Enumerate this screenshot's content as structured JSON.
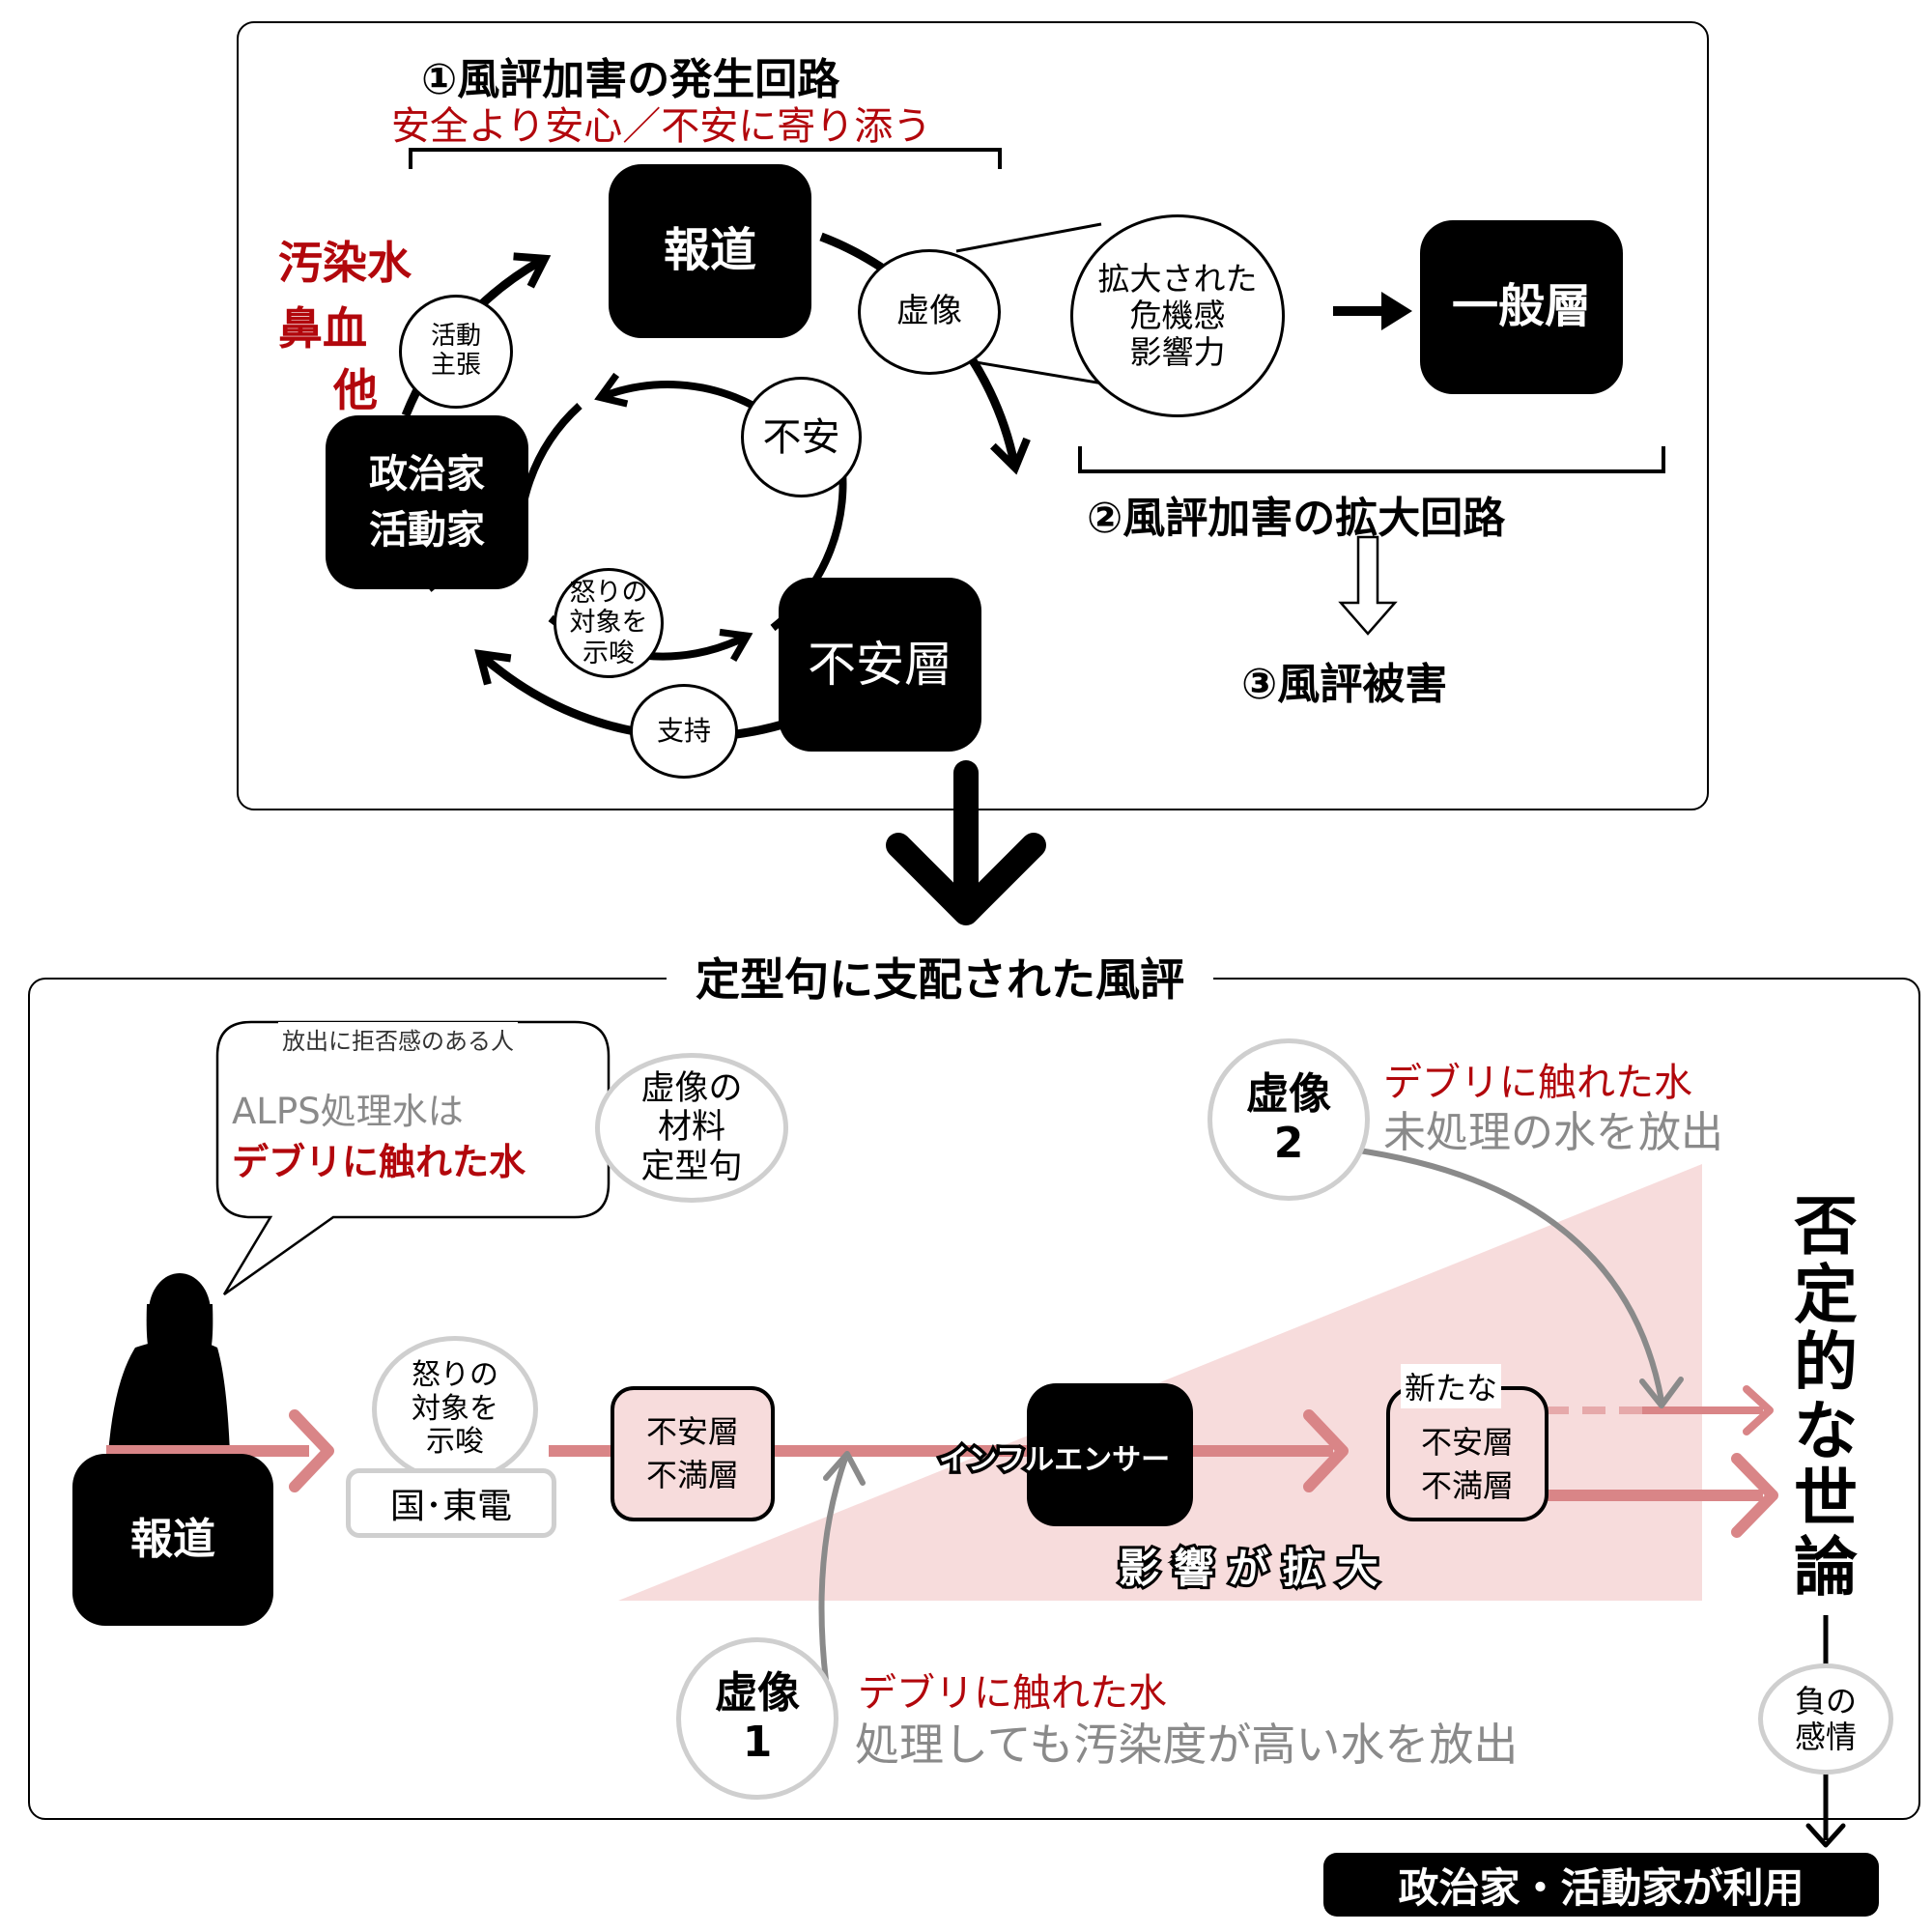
{
  "top": {
    "title": "①風評加害の発生回路",
    "subtitle": "安全より安心／不安に寄り添う",
    "red_examples": [
      "汚染水",
      "鼻血",
      "他"
    ],
    "nodes": {
      "media": "報道",
      "politicians_l1": "政治家",
      "politicians_l2": "活動家",
      "anxious_layer": "不安層",
      "general_layer": "一般層"
    },
    "labels": {
      "activism_l1": "活動",
      "activism_l2": "主張",
      "anxiety": "不安",
      "anger_l1": "怒りの",
      "anger_l2": "対象を",
      "anger_l3": "示唆",
      "support": "支持",
      "falsehood": "虚像",
      "zoom_l1": "拡大された",
      "zoom_l2": "危機感",
      "zoom_l3": "影響力"
    },
    "amplify_title": "②風評加害の拡大回路",
    "damage_title": "③風評被害"
  },
  "bottom": {
    "title": "定型句に支配された風評",
    "speech_caption": "放出に拒否感のある人",
    "speech_line1": "ALPS処理水は",
    "speech_line2": "デブリに触れた水",
    "material_l1": "虚像の",
    "material_l2": "材料",
    "material_l3": "定型句",
    "media": "報道",
    "anger_l1": "怒りの",
    "anger_l2": "対象を",
    "anger_l3": "示唆",
    "target": "国･東電",
    "layer_l1": "不安層",
    "layer_l2": "不満層",
    "influencer": "インフルエンサー",
    "new_layer_l0": "新たな",
    "new_layer_l1": "不安層",
    "new_layer_l2": "不満層",
    "influence_grows": "影 響 が 拡 大",
    "falsehood1_l1": "虚像",
    "falsehood1_l2": "1",
    "falsehood1_red": "デブリに触れた水",
    "falsehood1_gray": "処理しても汚染度が高い水を放出",
    "falsehood2_l1": "虚像",
    "falsehood2_l2": "2",
    "falsehood2_red": "デブリに触れた水",
    "falsehood2_gray": "未処理の水を放出",
    "opinion_chars": [
      "否",
      "定",
      "的",
      "な",
      "世",
      "論"
    ],
    "neg_l1": "負の",
    "neg_l2": "感情",
    "used_by": "政治家・活動家が利用"
  },
  "colors": {
    "red": "#b2070c",
    "pink_arrow": "#d98587",
    "pink_fill": "#f7dcdc",
    "gray": "#8a8a8a"
  }
}
